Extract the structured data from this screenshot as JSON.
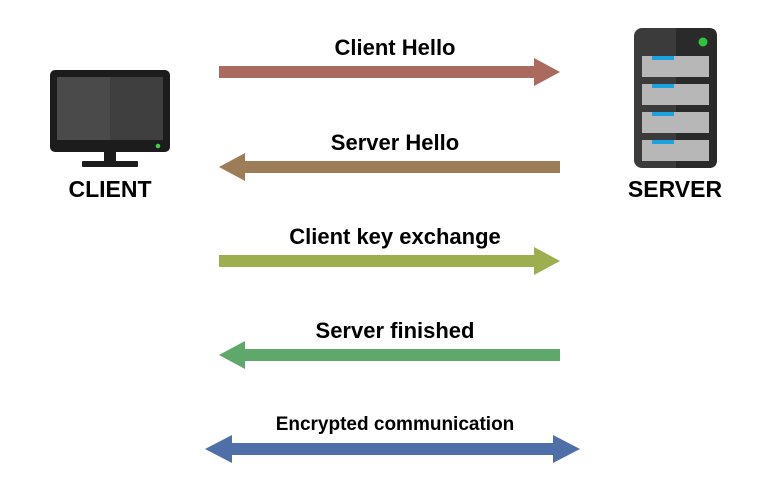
{
  "nodes": {
    "client": {
      "label": "CLIENT"
    },
    "server": {
      "label": "SERVER"
    }
  },
  "messages": [
    {
      "label": "Client Hello",
      "direction": "to-server",
      "color": "#AB6A5E"
    },
    {
      "label": "Server Hello",
      "direction": "to-client",
      "color": "#9C7D58"
    },
    {
      "label": "Client key exchange",
      "direction": "to-server",
      "color": "#9DAE4F"
    },
    {
      "label": "Server finished",
      "direction": "to-client",
      "color": "#5DA86A"
    },
    {
      "label": "Encrypted communication",
      "direction": "both",
      "color": "#4F6FA8"
    }
  ],
  "colors": {
    "monitor_frame": "#1c1c1c",
    "monitor_screen": "#4a4a4a",
    "monitor_led": "#3ecf4a",
    "server_body": "#3b3b3b",
    "server_bay": "#b7b7b7",
    "server_bay_light": "#1aa3e0",
    "server_led": "#2fc43e"
  },
  "icons": {
    "client": "monitor-icon",
    "server": "server-rack-icon"
  }
}
